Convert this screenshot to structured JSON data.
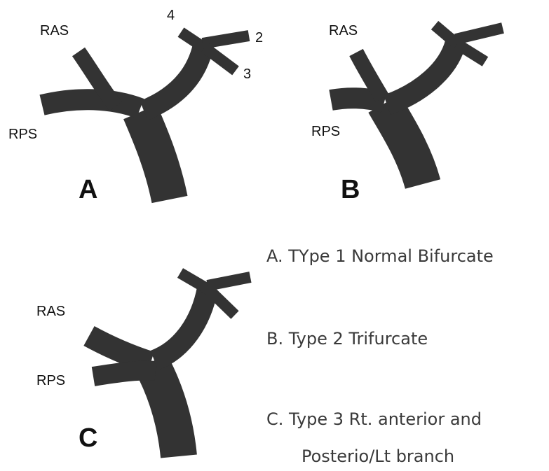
{
  "panels": {
    "a": {
      "letter": "A",
      "ras_label": "RAS",
      "rps_label": "RPS",
      "branch_numbers": [
        "4",
        "2",
        "3"
      ]
    },
    "b": {
      "letter": "B",
      "ras_label": "RAS",
      "rps_label": "RPS"
    },
    "c": {
      "letter": "C",
      "ras_label": "RAS",
      "rps_label": "RPS"
    }
  },
  "legend": {
    "line_a": "A. TYpe 1 Normal Bifurcate",
    "line_b": "B. Type 2 Trifurcate",
    "line_c": "C. Type 3 Rt. anterior and",
    "line_c_cont": "Posterio/Lt branch"
  },
  "colors": {
    "vessel": "#333333",
    "text": "#111111"
  }
}
